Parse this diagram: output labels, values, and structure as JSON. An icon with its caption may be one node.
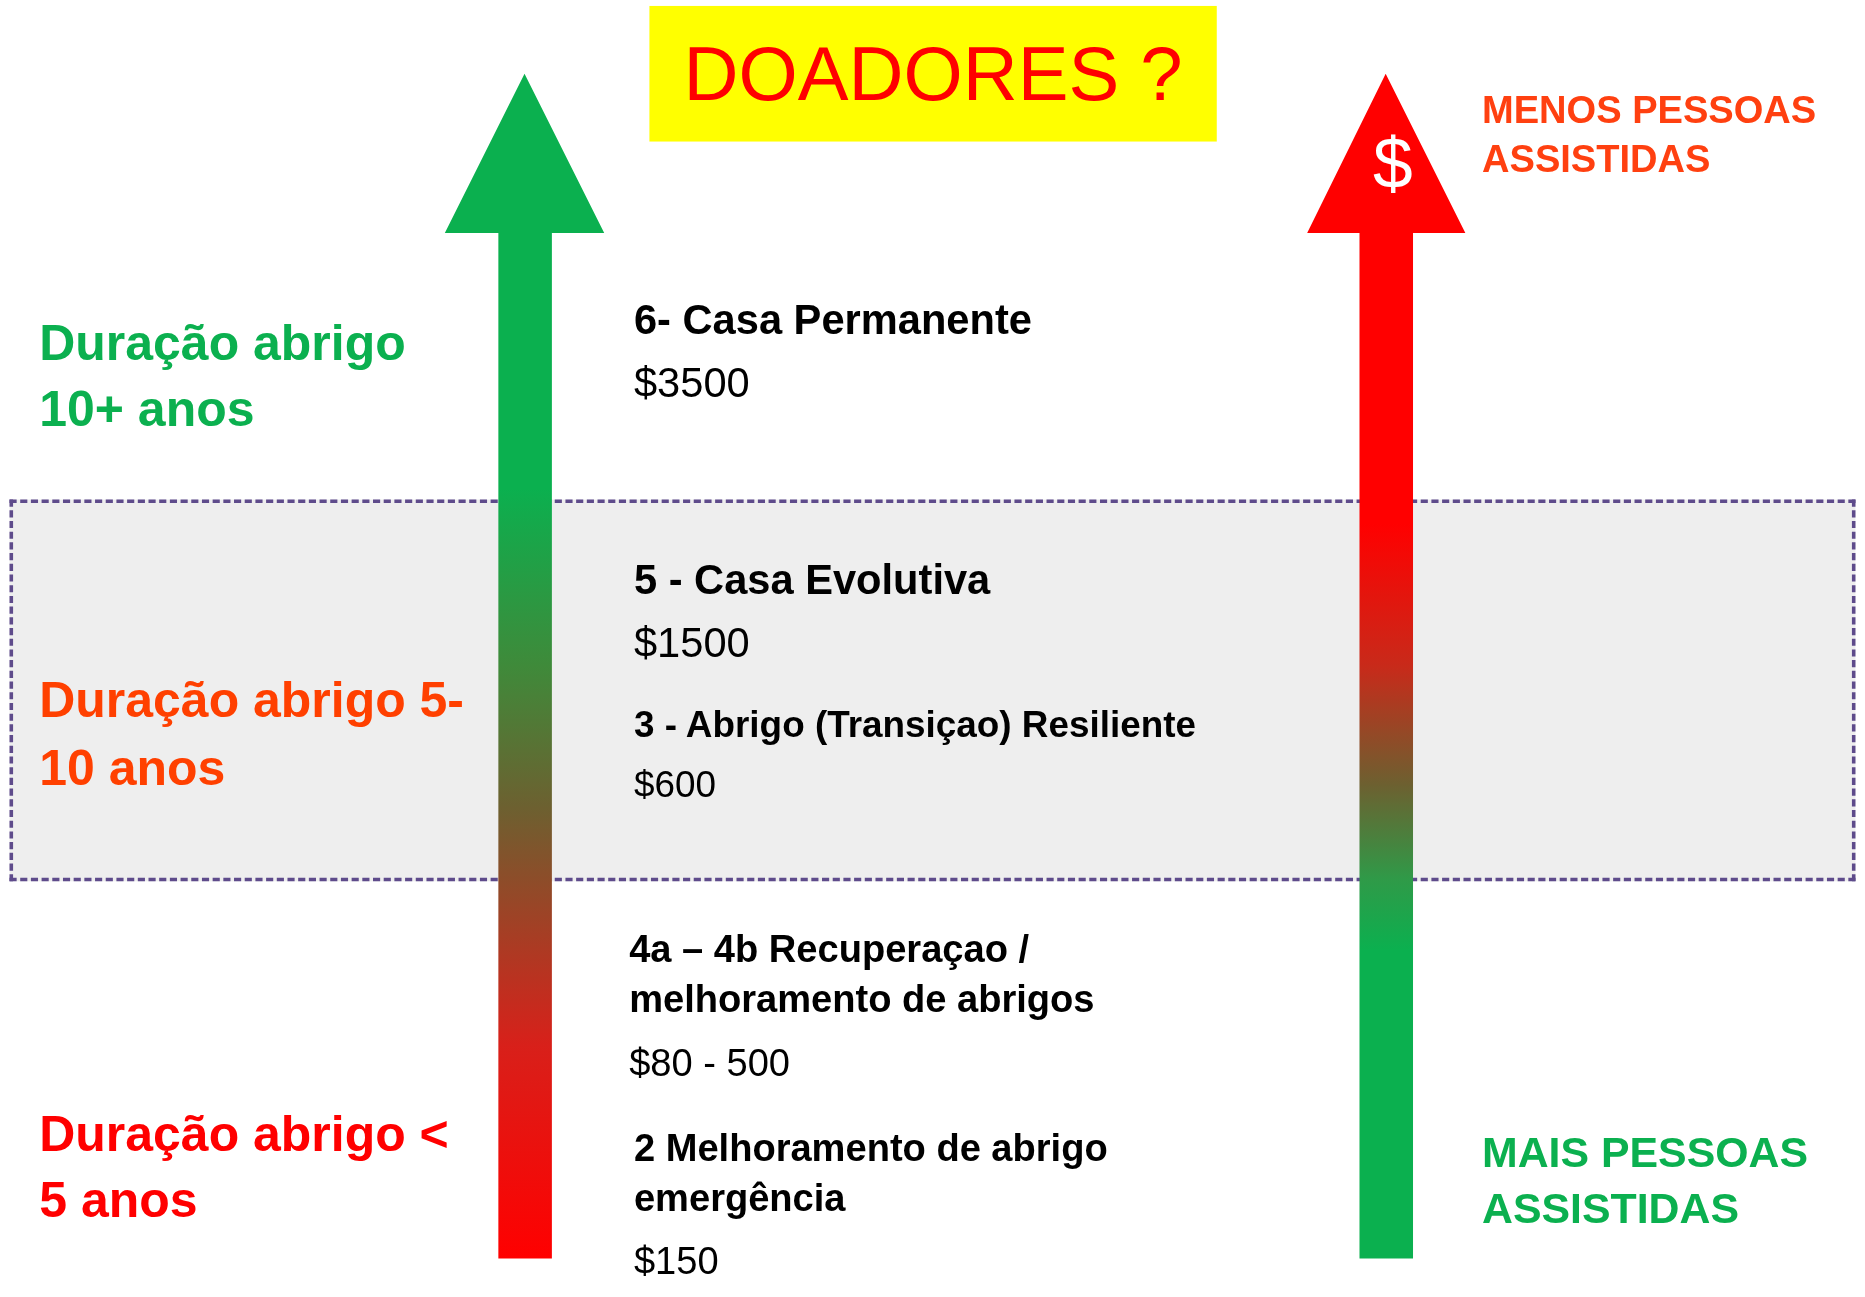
{
  "diagram": {
    "title": "DOADORES ?",
    "nodes": [
      {
        "text": [
          "Duração abrigo 5-10 anos",
          "5 - Casa Evolutiva",
          "$1500",
          "3 - Abrigo (Transiçao) Resiliente",
          "$600"
        ]
      }
    ],
    "edges": [],
    "labels": [
      "$",
      "MENOS PESSOAS ASSISTIDAS",
      "Duração abrigo 10+ anos",
      "6- Casa Permanente",
      "$3500",
      "4a – 4b Recuperaçao / melhoramento de abrigos",
      "$80 - 500",
      "Duração abrigo < 5 anos",
      "2 Melhoramento de abrigo emergência",
      "$150",
      "MAIS PESSOAS ASSISTIDAS"
    ]
  }
}
